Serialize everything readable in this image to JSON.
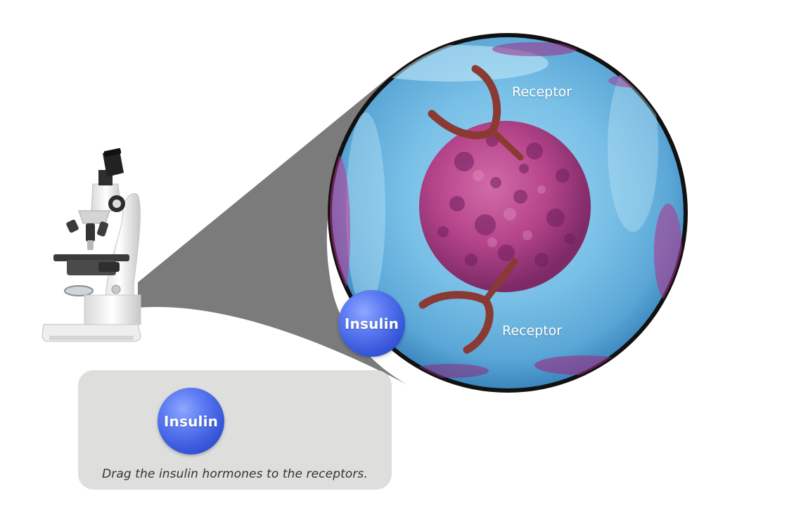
{
  "tray": {
    "instruction": "Drag the insulin hormones to the receptors."
  },
  "insulin_in_tray": {
    "label": "Insulin"
  },
  "insulin_placed": {
    "label": "Insulin"
  },
  "receptors": [
    {
      "label": "Receptor"
    },
    {
      "label": "Receptor"
    }
  ],
  "icons": {
    "microscope": "microscope-icon",
    "cell": "cell-icon",
    "receptor": "receptor-icon"
  },
  "colors": {
    "insulin": "#3f5fe0",
    "receptor": "#8a3a33",
    "cell": "#b13e82",
    "magnifier_fluid": "#6fb4de",
    "tray": "#dededc"
  }
}
